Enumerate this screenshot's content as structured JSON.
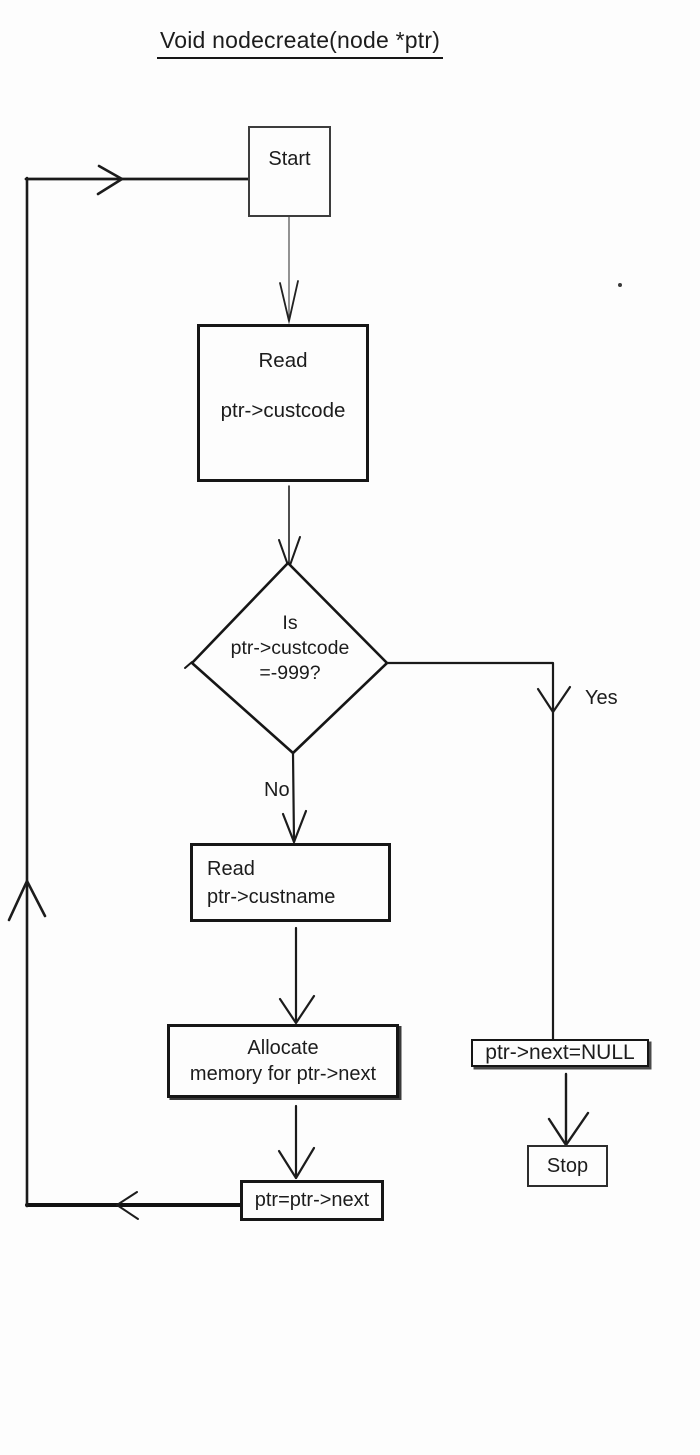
{
  "title": "Void nodecreate(node *ptr)",
  "colors": {
    "ink": "#1c1c1c",
    "paper": "#fdfdfd"
  },
  "nodes": {
    "start": {
      "label": "Start"
    },
    "read_custcode": {
      "line1": "Read",
      "line2": "ptr->custcode"
    },
    "decision": {
      "line1": "Is",
      "line2": "ptr->custcode",
      "line3": "=-999?"
    },
    "read_custname": {
      "line1": "Read",
      "line2": "ptr->custname"
    },
    "allocate": {
      "line1": "Allocate",
      "line2": "memory for ptr->next"
    },
    "assign_next": {
      "label": "ptr=ptr->next"
    },
    "set_null": {
      "label": "ptr->next=NULL"
    },
    "stop": {
      "label": "Stop"
    }
  },
  "edges": {
    "yes_label": "Yes",
    "no_label": "No"
  }
}
